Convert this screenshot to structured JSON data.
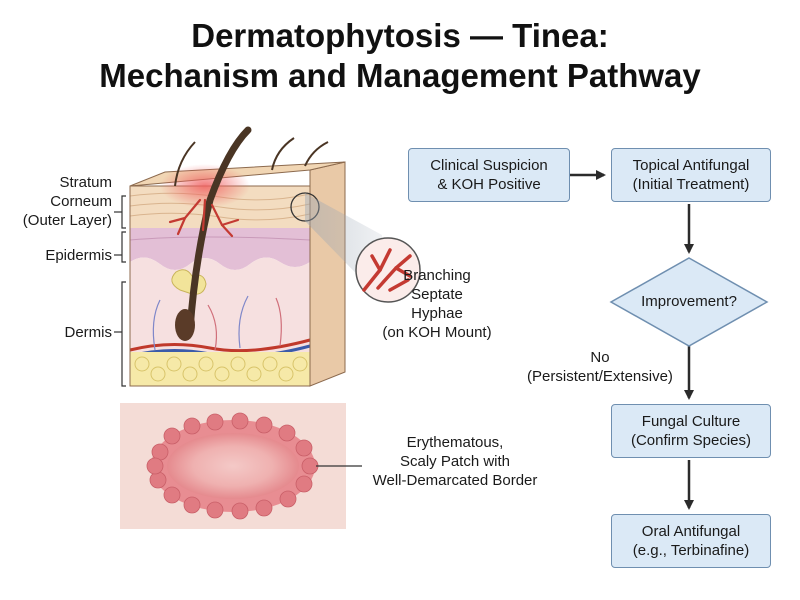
{
  "title": {
    "line1": "Dermatophytosis — Tinea:",
    "line2": "Mechanism and Management Pathway"
  },
  "skin_labels": {
    "stratum": [
      "Stratum",
      "Corneum",
      "(Outer Layer)"
    ],
    "epidermis": "Epidermis",
    "dermis": "Dermis"
  },
  "hyphae_label": [
    "Branching",
    "Septate",
    "Hyphae",
    "(on KOH Mount)"
  ],
  "patch_label": [
    "Erythematous,",
    "Scaly Patch with",
    "Well-Demarcated Border"
  ],
  "flow": {
    "step1": [
      "Clinical Suspicion",
      "& KOH Positive"
    ],
    "step2": [
      "Topical Antifungal",
      "(Initial Treatment)"
    ],
    "decision": "Improvement?",
    "no_branch": [
      "No",
      "(Persistent/Extensive)"
    ],
    "step3": [
      "Fungal Culture",
      "(Confirm Species)"
    ],
    "step4": [
      "Oral Antifungal",
      "(e.g., Terbinafine)"
    ]
  },
  "colors": {
    "box_fill": "#dbe9f6",
    "box_border": "#6f8fb0",
    "arrow": "#2b2b2b",
    "lesion_red": "#e0707a",
    "hyphae_red": "#c43a32"
  }
}
